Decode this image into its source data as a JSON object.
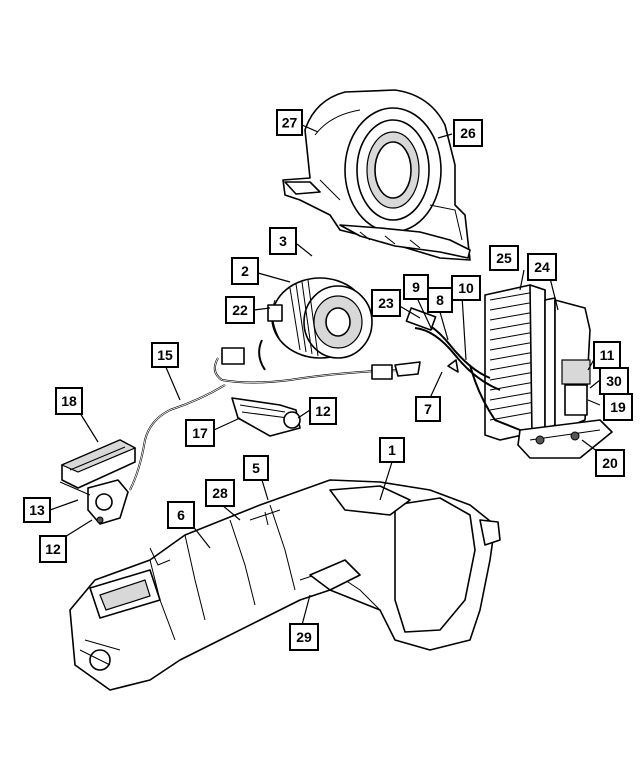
{
  "diagram": {
    "callouts": [
      {
        "id": "c1",
        "label": "1"
      },
      {
        "id": "c2",
        "label": "2"
      },
      {
        "id": "c3",
        "label": "3"
      },
      {
        "id": "c5",
        "label": "5"
      },
      {
        "id": "c6",
        "label": "6"
      },
      {
        "id": "c7",
        "label": "7"
      },
      {
        "id": "c8",
        "label": "8"
      },
      {
        "id": "c9",
        "label": "9"
      },
      {
        "id": "c10",
        "label": "10"
      },
      {
        "id": "c11",
        "label": "11"
      },
      {
        "id": "c12a",
        "label": "12"
      },
      {
        "id": "c12b",
        "label": "12"
      },
      {
        "id": "c13",
        "label": "13"
      },
      {
        "id": "c15",
        "label": "15"
      },
      {
        "id": "c17",
        "label": "17"
      },
      {
        "id": "c18",
        "label": "18"
      },
      {
        "id": "c19",
        "label": "19"
      },
      {
        "id": "c20",
        "label": "20"
      },
      {
        "id": "c22",
        "label": "22"
      },
      {
        "id": "c23",
        "label": "23"
      },
      {
        "id": "c24",
        "label": "24"
      },
      {
        "id": "c25",
        "label": "25"
      },
      {
        "id": "c26",
        "label": "26"
      },
      {
        "id": "c27",
        "label": "27"
      },
      {
        "id": "c28",
        "label": "28"
      },
      {
        "id": "c29",
        "label": "29"
      },
      {
        "id": "c30",
        "label": "30"
      }
    ]
  }
}
